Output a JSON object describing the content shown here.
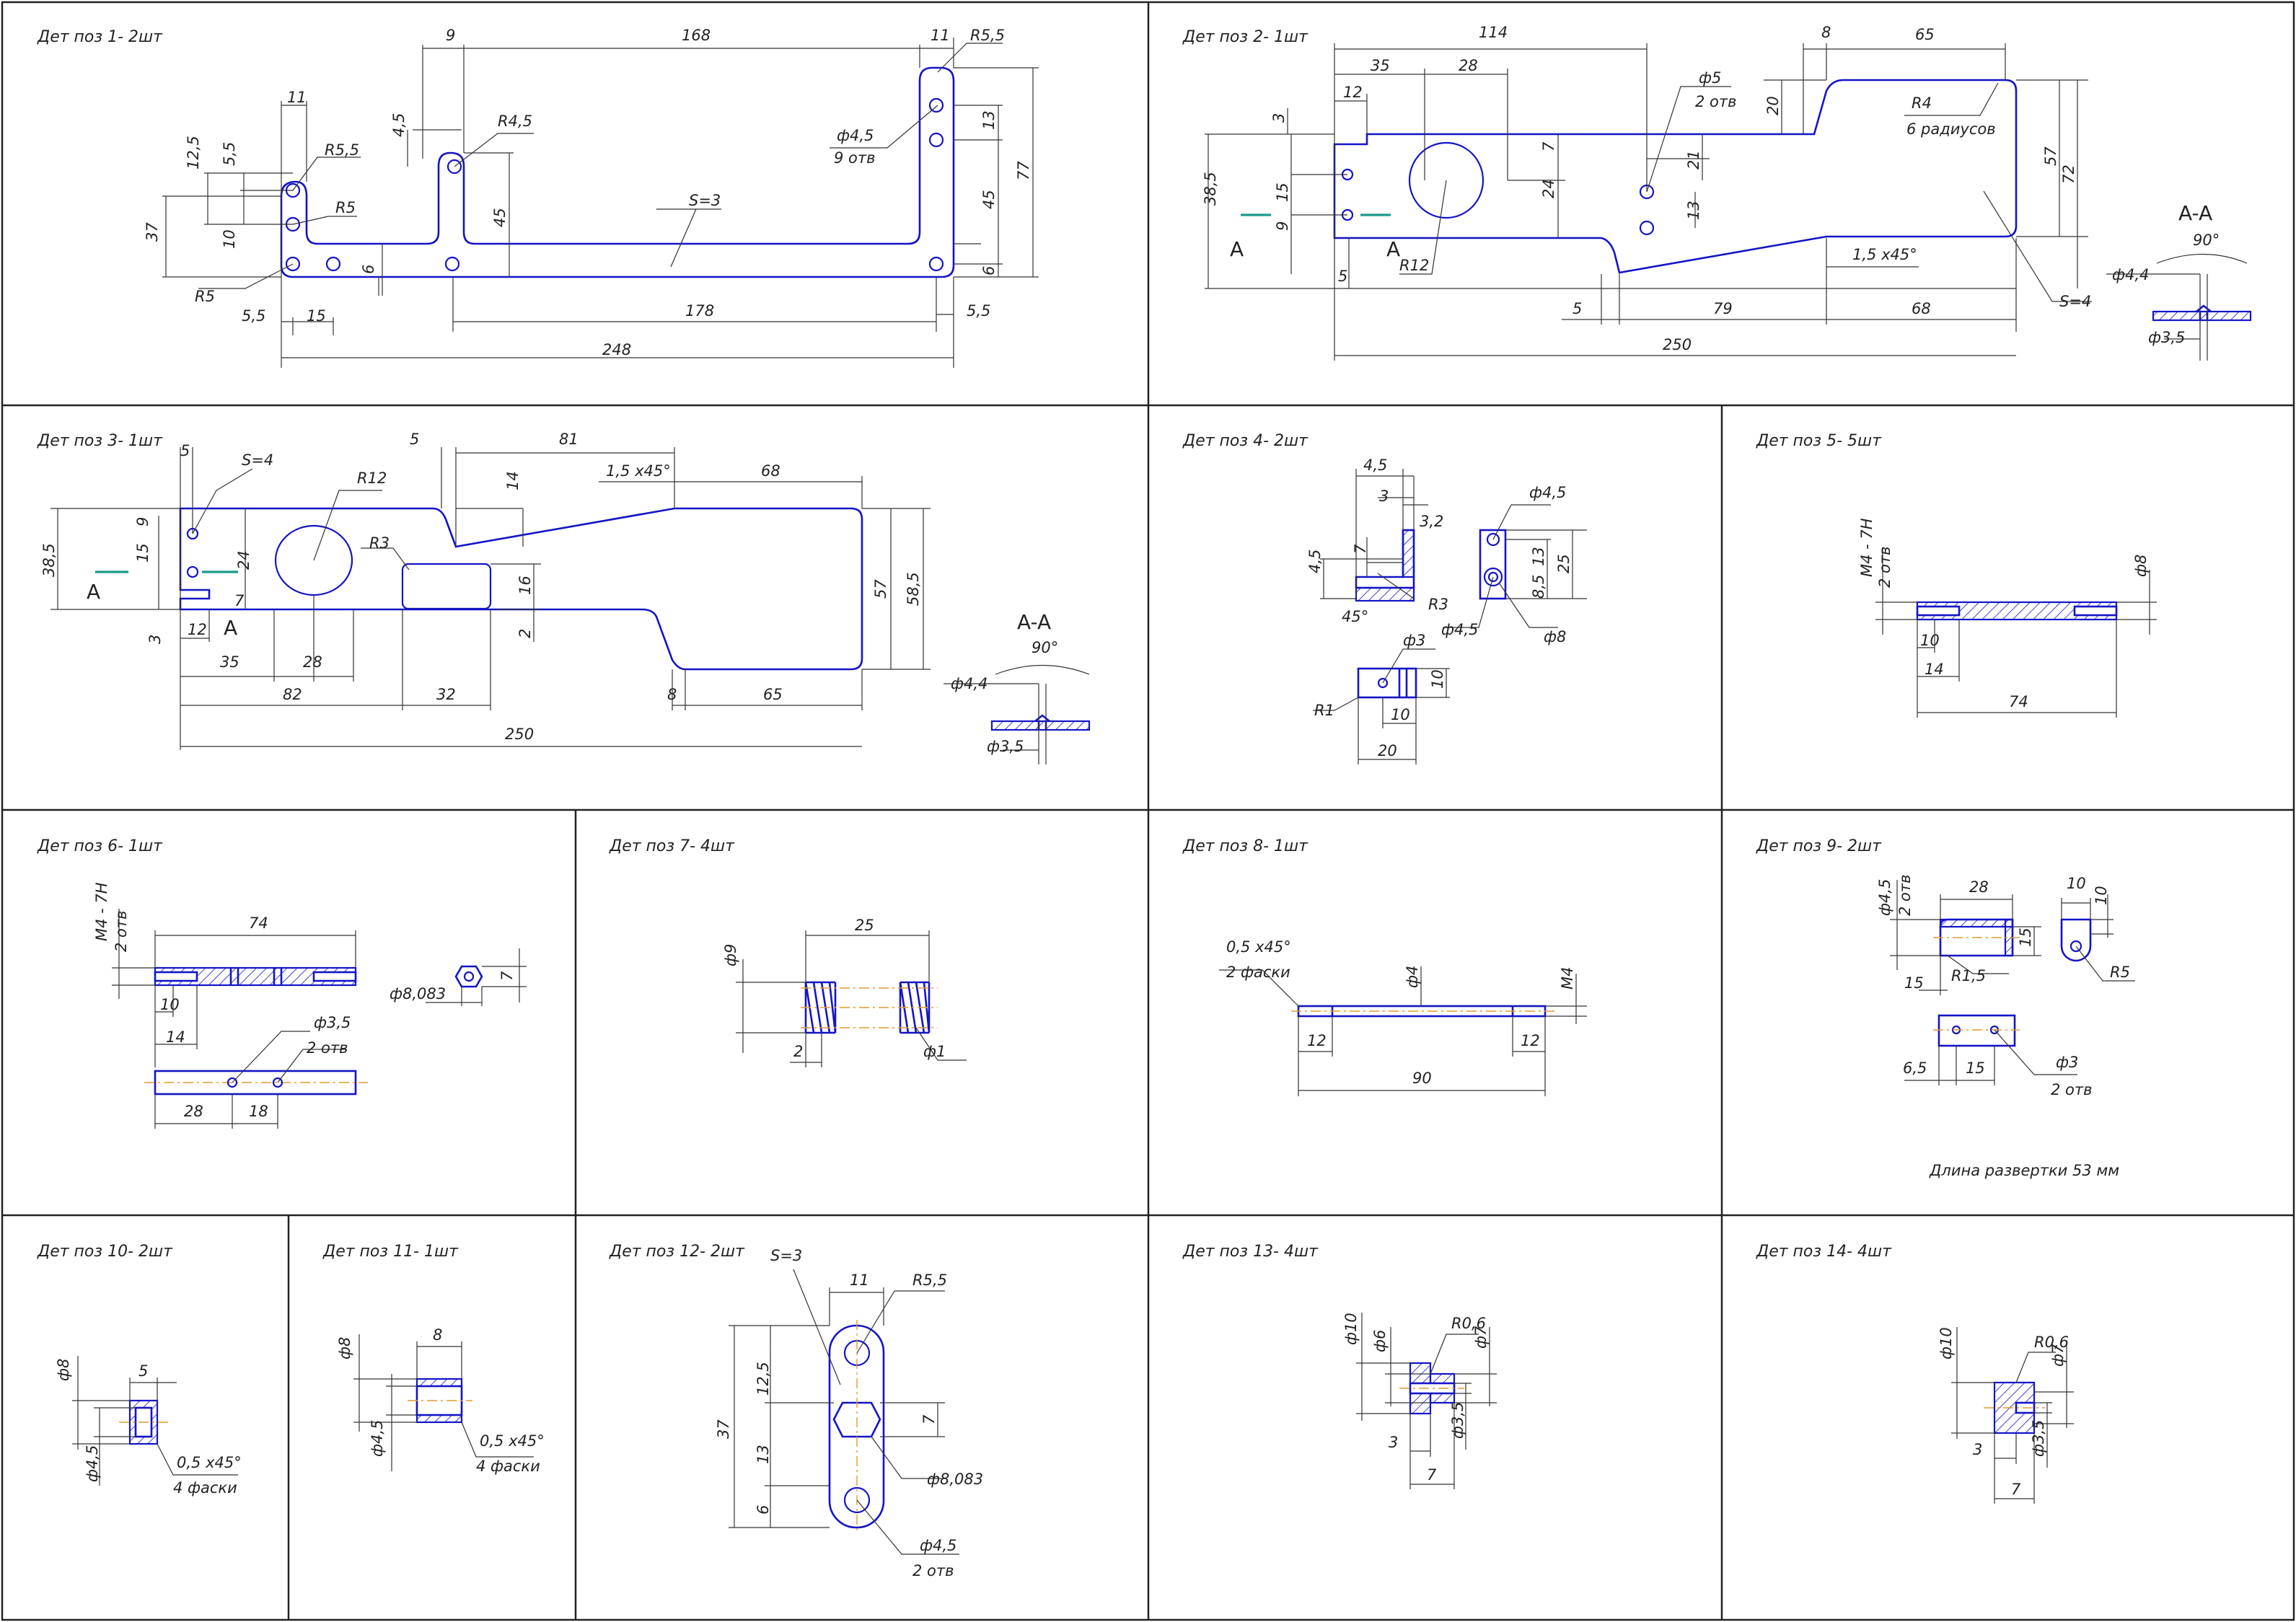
{
  "cells": {
    "p1": {
      "title": "Дет поз 1- 2шт"
    },
    "p2": {
      "title": "Дет поз 2- 1шт"
    },
    "p3": {
      "title": "Дет поз 3- 1шт"
    },
    "p4": {
      "title": "Дет поз 4- 2шт"
    },
    "p5": {
      "title": "Дет поз 5- 5шт"
    },
    "p6": {
      "title": "Дет поз 6- 1шт"
    },
    "p7": {
      "title": "Дет поз 7- 4шт"
    },
    "p8": {
      "title": "Дет поз 8- 1шт"
    },
    "p9": {
      "title": "Дет поз 9- 2шт"
    },
    "p10": {
      "title": "Дет поз 10- 2шт"
    },
    "p11": {
      "title": "Дет поз 11- 1шт"
    },
    "p12": {
      "title": "Дет поз 12- 2шт"
    },
    "p13": {
      "title": "Дет поз 13- 4шт"
    },
    "p14": {
      "title": "Дет поз 14- 4шт"
    }
  },
  "labels": {
    "p1": {
      "d11": "11",
      "d9": "9",
      "d168": "168",
      "d11b": "11",
      "r55": "R5,5",
      "r45": "R4,5",
      "d45": "4,5",
      "h45": "ф4,5",
      "h45n": "9 отв",
      "d125": "12,5",
      "d55": "5,5",
      "d10": "10",
      "d37": "37",
      "r55b": "R5,5",
      "r5": "R5",
      "r5b": "R5",
      "d55b": "5,5",
      "d15": "15",
      "d6": "6",
      "d45b": "45",
      "s3": "S=3",
      "d13": "13",
      "d45c": "45",
      "d77": "77",
      "d6b": "6",
      "d178": "178",
      "d55c": "5,5",
      "d248": "248"
    },
    "p2": {
      "d114": "114",
      "d8": "8",
      "d65": "65",
      "d35": "35",
      "d28": "28",
      "d12": "12",
      "d3": "3",
      "d385": "38,5",
      "d15": "15",
      "d9": "9",
      "d5": "5",
      "r12": "R12",
      "d7": "7",
      "d24": "24",
      "h5": "ф5",
      "h5n": "2 отв",
      "d21": "21",
      "d13": "13",
      "d20": "20",
      "r4": "R4",
      "r4n": "6 радиусов",
      "d57": "57",
      "d72": "72",
      "ch": "1,5 x45°",
      "s4": "S=4",
      "d5b": "5",
      "d79": "79",
      "d68": "68",
      "d250": "250",
      "a1": "A",
      "a2": "A",
      "sec": "A-A",
      "ang": "90°",
      "h44": "ф4,4",
      "h35": "ф3,5"
    },
    "p3": {
      "d5": "5",
      "s4": "S=4",
      "r12": "R12",
      "d5b": "5",
      "d81": "81",
      "ch": "1,5 x45°",
      "d68": "68",
      "d14": "14",
      "d9": "9",
      "d15": "15",
      "d24": "24",
      "d385": "38,5",
      "r3": "R3",
      "d16": "16",
      "d7": "7",
      "d3": "3",
      "d12": "12",
      "d2": "2",
      "d57": "57",
      "d585": "58,5",
      "d35": "35",
      "d28": "28",
      "d82": "82",
      "d32": "32",
      "d8": "8",
      "d65": "65",
      "d250": "250",
      "a1": "A",
      "a2": "A",
      "sec": "A-A",
      "ang": "90°",
      "h44": "ф4,4",
      "h35": "ф3,5"
    },
    "p4": {
      "d45": "4,5",
      "d3": "3",
      "d32": "3,2",
      "d7": "7",
      "d45b": "4,5",
      "ang": "45°",
      "r3": "R3",
      "h45": "ф4,5",
      "d13": "13",
      "d25": "25",
      "d85": "8,5",
      "h45b": "ф4,5",
      "h8": "ф8",
      "h3": "ф3",
      "d10": "10",
      "r1": "R1",
      "d10b": "10",
      "d20": "20"
    },
    "p5": {
      "m": "M4 - 7H",
      "mn": "2 отв",
      "h8": "ф8",
      "d10": "10",
      "d14": "14",
      "d74": "74"
    },
    "p6": {
      "m": "M4 - 7H",
      "mn": "2 отв",
      "d74": "74",
      "d10": "10",
      "d14": "14",
      "hx": "ф8,083",
      "d7": "7",
      "h35": "ф3,5",
      "h35n": "2 отв",
      "d28": "28",
      "d18": "18"
    },
    "p7": {
      "d25": "25",
      "h9": "ф9",
      "d2": "2",
      "h1": "ф1"
    },
    "p8": {
      "ch": "0,5 x45°",
      "chn": "2 фаски",
      "h4": "ф4",
      "m4": "M4",
      "d12": "12",
      "d12b": "12",
      "d90": "90"
    },
    "p9": {
      "h45": "ф4,5",
      "h45n": "2 отв",
      "d28": "28",
      "d15": "15",
      "r15": "R1,5",
      "d15b": "15",
      "d10": "10",
      "d10b": "10",
      "r5": "R5",
      "d65": "6,5",
      "d15c": "15",
      "h3": "ф3",
      "h3n": "2 отв",
      "note": "Длина развертки 53 мм"
    },
    "p10": {
      "h8": "ф8",
      "d5": "5",
      "h45": "ф4,5",
      "ch": "0,5 x45°",
      "chn": "4 фаски"
    },
    "p11": {
      "d8": "8",
      "h8": "ф8",
      "h45": "ф4,5",
      "ch": "0,5 x45°",
      "chn": "4 фаски"
    },
    "p12": {
      "s3": "S=3",
      "d11": "11",
      "r55": "R5,5",
      "d125": "12,5",
      "d37": "37",
      "d7": "7",
      "d13": "13",
      "hx": "ф8,083",
      "d6": "6",
      "h45": "ф4,5",
      "h45n": "2 отв"
    },
    "p13": {
      "h10": "ф10",
      "h6": "ф6",
      "r06": "R0,6",
      "h7": "ф7",
      "d3": "3",
      "h35": "ф3,5",
      "d7": "7"
    },
    "p14": {
      "h10": "ф10",
      "r06": "R0,6",
      "h7": "ф7",
      "d3": "3",
      "h35": "ф3,5",
      "d7": "7"
    }
  },
  "colors": {
    "outline": "#1414c8",
    "dimension": "#333333",
    "axis": "#e39a2c",
    "cut_plane": "#1a9a8a",
    "frame": "#222222"
  }
}
